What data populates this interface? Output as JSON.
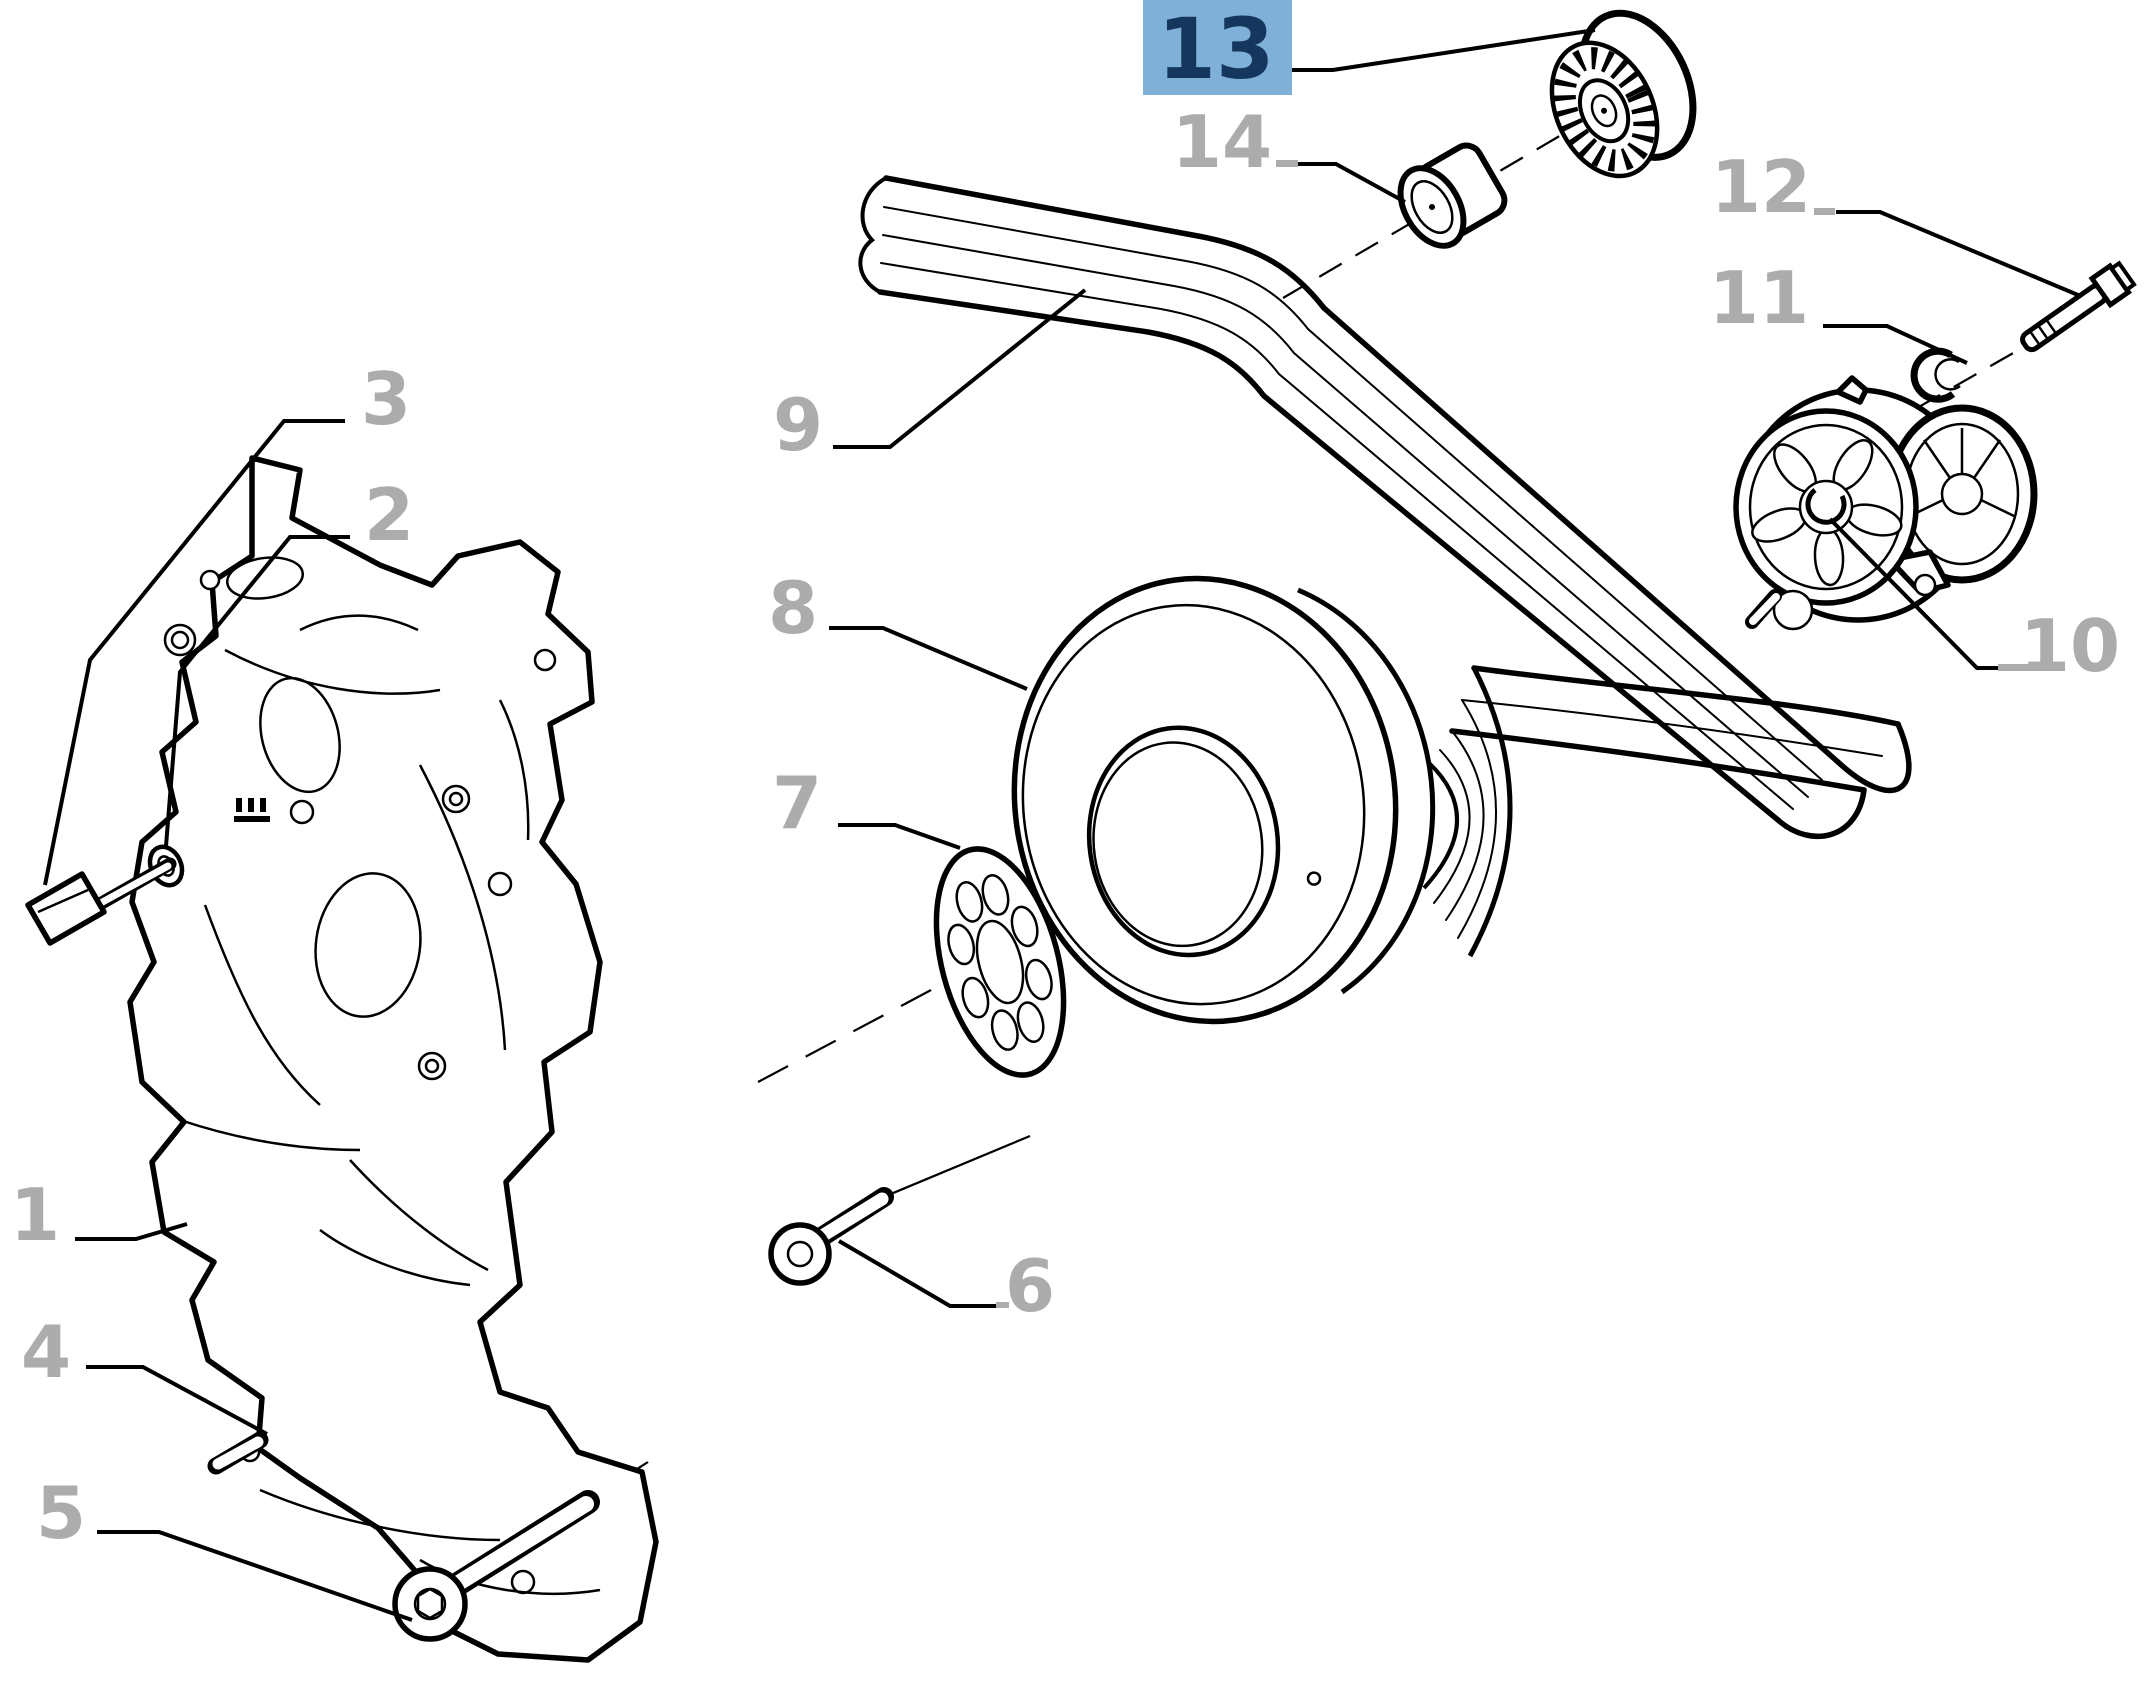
{
  "page": {
    "type": "exploded-parts-diagram",
    "description": "Accessory belt drive exploded view with numbered callouts",
    "background": "#FFFFFF"
  },
  "colors": {
    "highlight_box": "#7FB0D8",
    "highlight_number": "#16375D",
    "callout_gray": "#ACACAC",
    "line": "#000000"
  },
  "callouts": [
    {
      "number": "1",
      "part": "mounting-bracket",
      "highlighted": false
    },
    {
      "number": "2",
      "part": "washer",
      "highlighted": false
    },
    {
      "number": "3",
      "part": "hex-bolt",
      "highlighted": false
    },
    {
      "number": "4",
      "part": "dowel-pin",
      "highlighted": false
    },
    {
      "number": "5",
      "part": "socket-head-bolt",
      "highlighted": false
    },
    {
      "number": "6",
      "part": "socket-head-bolt",
      "highlighted": false
    },
    {
      "number": "7",
      "part": "spacer-flange",
      "highlighted": false
    },
    {
      "number": "8",
      "part": "crankshaft-pulley",
      "highlighted": false
    },
    {
      "number": "9",
      "part": "ribbed-drive-belt",
      "highlighted": false
    },
    {
      "number": "10",
      "part": "belt-tensioner",
      "highlighted": false
    },
    {
      "number": "11",
      "part": "snap-ring",
      "highlighted": false
    },
    {
      "number": "12",
      "part": "hex-bolt",
      "highlighted": false
    },
    {
      "number": "13",
      "part": "idler-pulley",
      "highlighted": true
    },
    {
      "number": "14",
      "part": "spacer-bushing",
      "highlighted": false
    }
  ]
}
